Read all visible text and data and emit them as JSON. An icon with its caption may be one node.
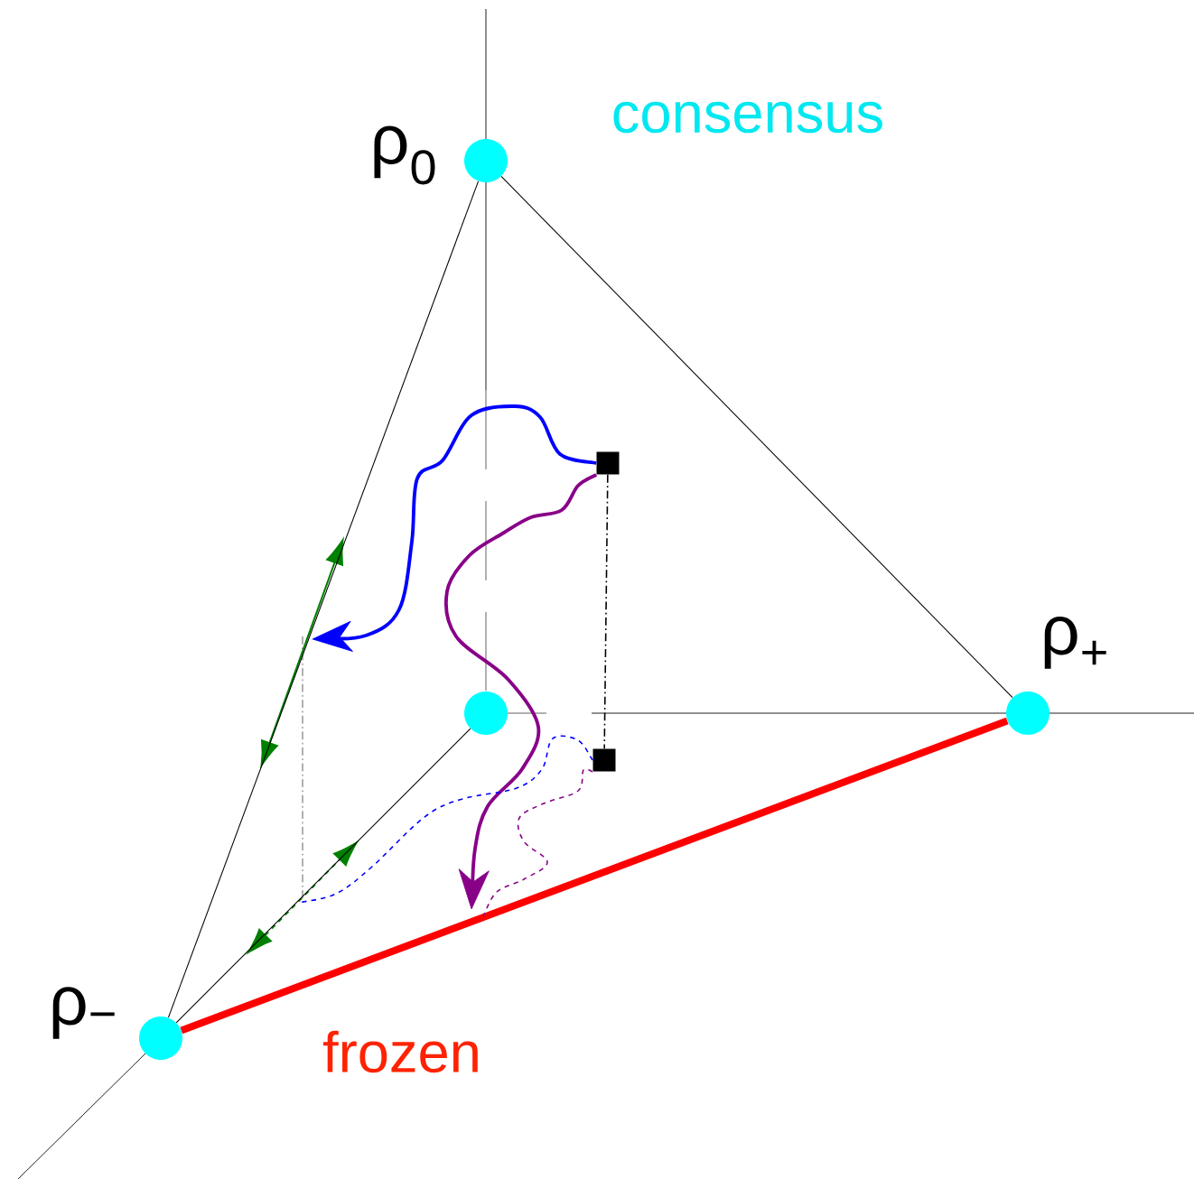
{
  "diagram": {
    "nodes": [
      {
        "text": [
          "ρ$_{0}$"
        ]
      },
      {
        "text": [
          "ρ$_{+}$"
        ]
      },
      {
        "text": [
          "ρ$_{−}$"
        ]
      },
      {
        "text": [],
        "shape": "circle"
      },
      {
        "text": [],
        "shape": "box"
      },
      {
        "text": [],
        "shape": "box"
      }
    ],
    "edges": [
      {
        "from": 0,
        "to": 1,
        "arrow": "none"
      },
      {
        "from": 0,
        "to": 2,
        "arrow": "none"
      },
      {
        "from": 2,
        "to": 1,
        "arrow": "none",
        "style": "thick",
        "color": "#ff0000"
      },
      {
        "from": 4,
        "to": null,
        "arrow": "to",
        "style": "thick",
        "color": "#0000ff"
      },
      {
        "from": 4,
        "to": null,
        "arrow": "to",
        "style": "thick",
        "color": "#880088"
      },
      {
        "from": 5,
        "to": null,
        "arrow": "none",
        "style": "dashed",
        "color": "#0000ff"
      },
      {
        "from": 5,
        "to": null,
        "arrow": "none",
        "style": "dashed",
        "color": "#880088"
      },
      {
        "from": 4,
        "to": 5,
        "arrow": "none",
        "style": "dashed"
      },
      {
        "from": 3,
        "to": 2,
        "arrow": "none"
      }
    ],
    "labels": [
      "consensus",
      "frozen"
    ]
  }
}
